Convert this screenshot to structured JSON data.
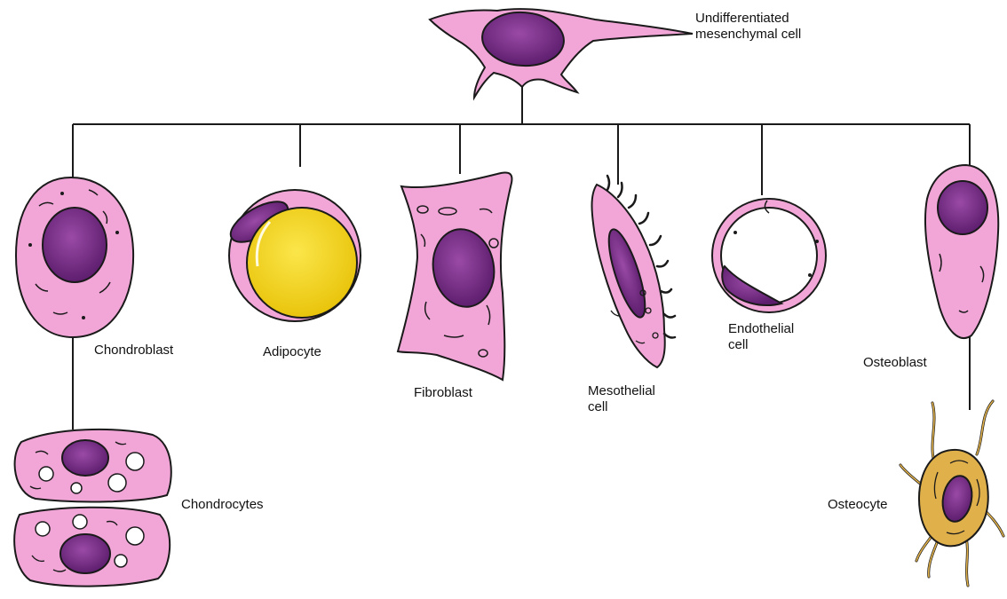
{
  "labels": {
    "mesenchymal": {
      "line1": "Undifferentiated",
      "line2": "mesenchymal cell"
    },
    "chondroblast": "Chondroblast",
    "adipocyte": "Adipocyte",
    "fibroblast": "Fibroblast",
    "mesothelial": {
      "line1": "Mesothelial",
      "line2": "cell"
    },
    "endothelial": {
      "line1": "Endothelial",
      "line2": "cell"
    },
    "osteoblast": "Osteoblast",
    "chondrocytes": "Chondrocytes",
    "osteocyte": "Osteocyte"
  },
  "colors": {
    "cytoplasm": "#f2a6d8",
    "nucleus": "#7a2d86",
    "fat_droplet": "#f2d21a",
    "osteocyte_body": "#e0b04a",
    "outline": "#1a1a1a"
  }
}
